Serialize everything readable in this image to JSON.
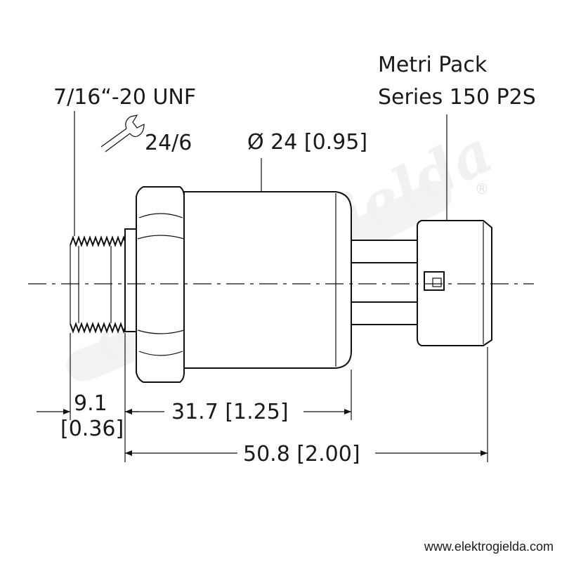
{
  "connector_label": {
    "line1": "Metri Pack",
    "line2": "Series 150 P2S"
  },
  "thread_label": "7/16“-20 UNF",
  "wrench_size": "24/6",
  "diameter_label": "Ø 24 [0.95]",
  "dimensions": {
    "thread_length_mm": "9.1",
    "thread_length_in": "[0.36]",
    "body_length": "31.7 [1.25]",
    "overall_length": "50.8 [2.00]"
  },
  "watermark": {
    "text": "elektrogielda",
    "registered": "®"
  },
  "footer_url": "www.elektrogielda.com"
}
